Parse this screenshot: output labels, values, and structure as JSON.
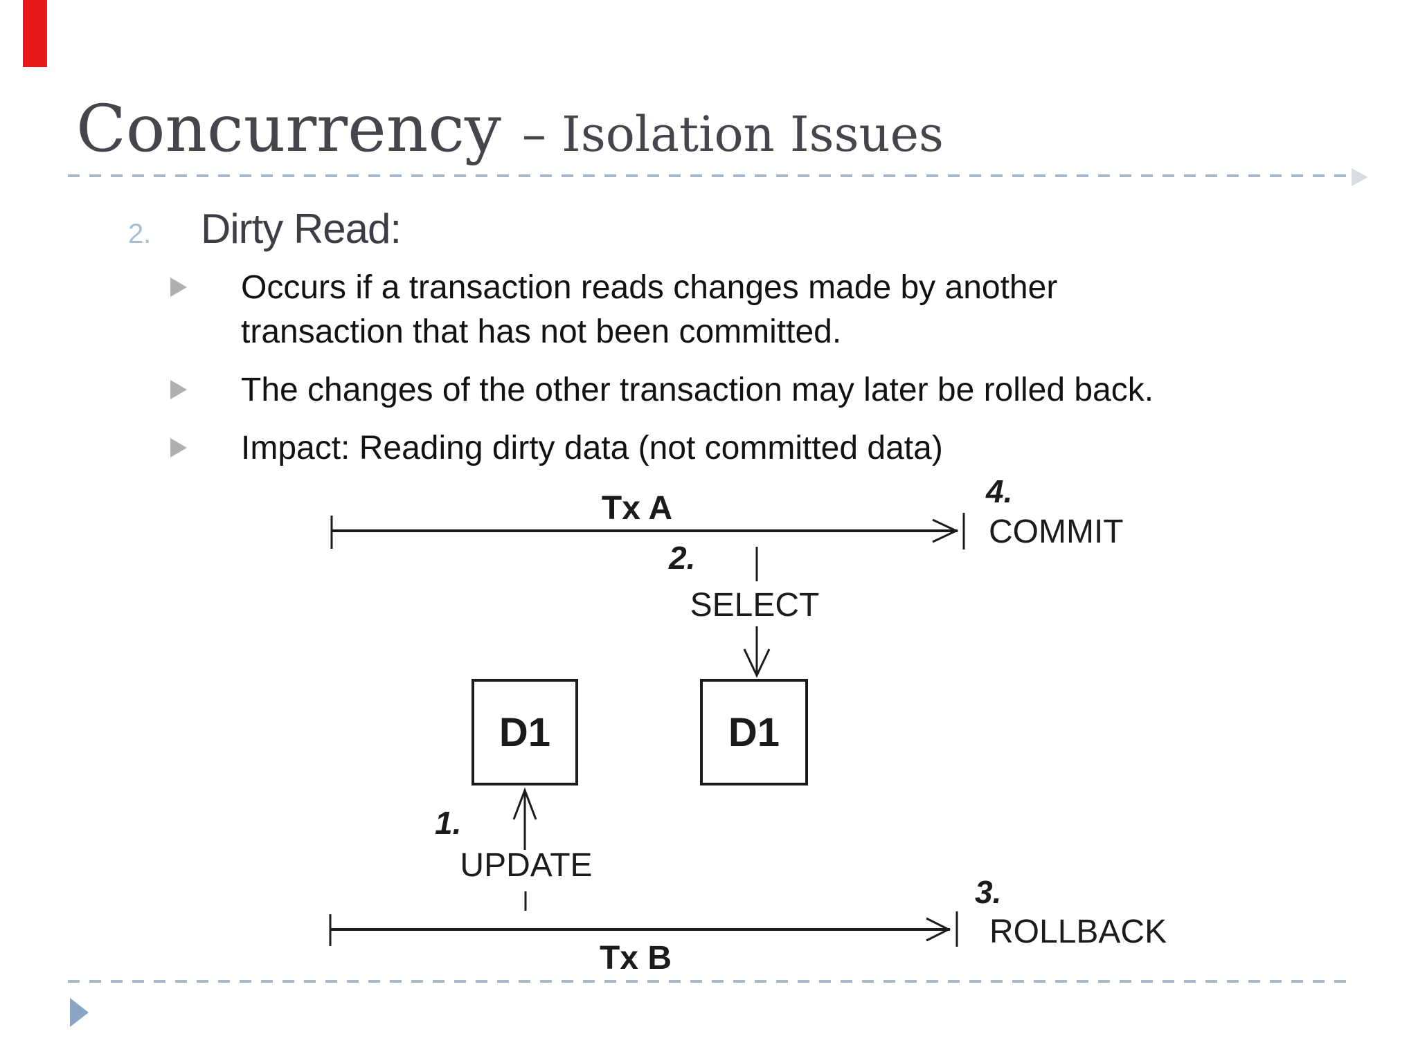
{
  "title": {
    "main": "Concurrency ",
    "sub": "– Isolation Issues"
  },
  "list": {
    "number": "2.",
    "heading": "Dirty Read:"
  },
  "bullets": [
    {
      "lines": [
        "Occurs if a transaction reads changes made by another",
        "transaction that has not been committed."
      ]
    },
    {
      "lines": [
        "The changes of the other transaction may later be rolled back."
      ]
    },
    {
      "lines": [
        "Impact: Reading dirty data (not committed data)"
      ]
    }
  ],
  "diagram": {
    "tx_a_label": "Tx A",
    "tx_b_label": "Tx B",
    "step1": "1.",
    "step2": "2.",
    "step3": "3.",
    "step4": "4.",
    "op_update": "UPDATE",
    "op_select": "SELECT",
    "op_commit": "COMMIT",
    "op_rollback": "ROLLBACK",
    "data_item_left": "D1",
    "data_item_right": "D1"
  },
  "colors": {
    "title_text": "#45454e",
    "list_number": "#a4bed4",
    "heading_text": "#3d3d46",
    "body_text": "#121212",
    "bullet_marker": "#b0b0b3",
    "dashed_separator": "#a8b8c8",
    "diagram_ink": "#1b1b1b",
    "red_bar": "#ea171d",
    "corner_triangle": "#8aa5c3"
  }
}
